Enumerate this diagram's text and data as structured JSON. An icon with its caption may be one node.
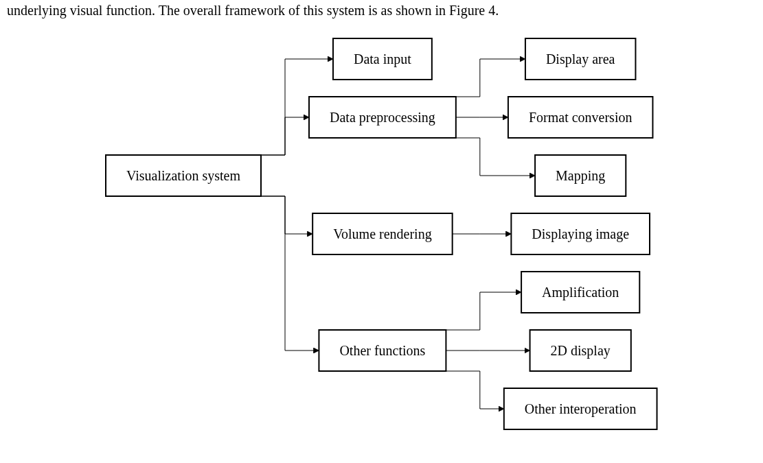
{
  "diagram": {
    "nodes": [
      {
        "text": [
          "Visualization system"
        ]
      },
      {
        "text": [
          "Data input"
        ]
      },
      {
        "text": [
          "Data preprocessing"
        ]
      },
      {
        "text": [
          "Display area"
        ]
      },
      {
        "text": [
          "Format conversion"
        ]
      },
      {
        "text": [
          "Mapping"
        ]
      },
      {
        "text": [
          "Volume rendering"
        ]
      },
      {
        "text": [
          "Displaying image"
        ]
      },
      {
        "text": [
          "Other functions"
        ]
      },
      {
        "text": [
          "Amplification"
        ]
      },
      {
        "text": [
          "2D display"
        ]
      },
      {
        "text": [
          "Other interoperation"
        ]
      }
    ],
    "edges": [
      {
        "from": 0,
        "to": 1,
        "arrow": "to"
      },
      {
        "from": 0,
        "to": 2,
        "arrow": "to"
      },
      {
        "from": 0,
        "to": 6,
        "arrow": "to"
      },
      {
        "from": 0,
        "to": 8,
        "arrow": "to"
      },
      {
        "from": 2,
        "to": 3,
        "arrow": "to"
      },
      {
        "from": 2,
        "to": 4,
        "arrow": "to"
      },
      {
        "from": 2,
        "to": 5,
        "arrow": "to"
      },
      {
        "from": 6,
        "to": 7,
        "arrow": "to"
      },
      {
        "from": 8,
        "to": 9,
        "arrow": "to"
      },
      {
        "from": 8,
        "to": 10,
        "arrow": "to"
      },
      {
        "from": 8,
        "to": 11,
        "arrow": "to"
      }
    ],
    "labels": [
      "underlying visual function. The overall framework of this system is as shown in Figure 4."
    ]
  }
}
